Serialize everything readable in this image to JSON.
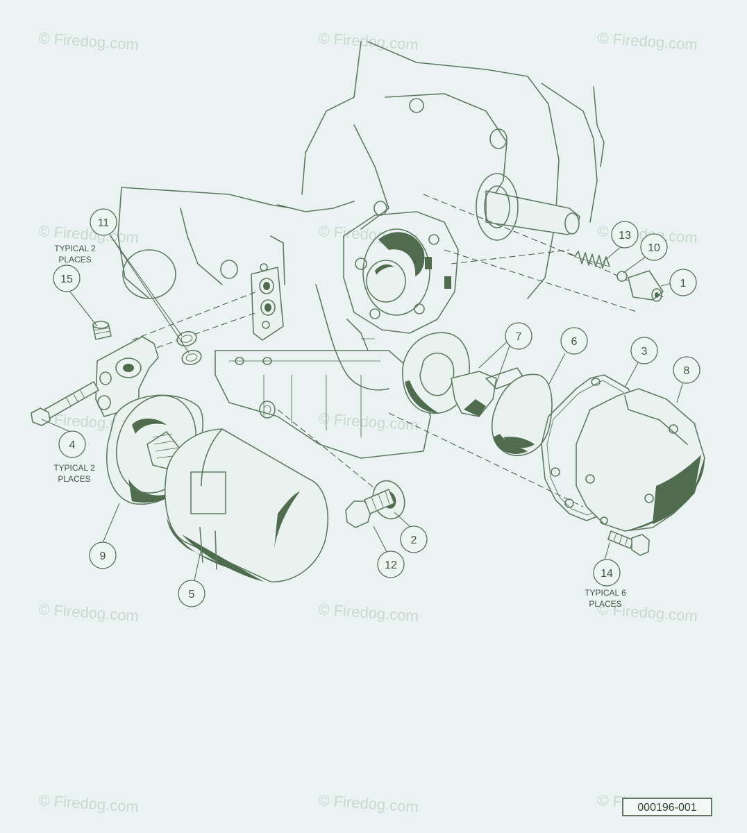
{
  "watermark": "© Firedog.com",
  "reference_number": "000196-001",
  "callouts": [
    "1",
    "2",
    "3",
    "4",
    "5",
    "6",
    "7",
    "8",
    "9",
    "10",
    "11",
    "12",
    "13",
    "14",
    "15"
  ],
  "notes": {
    "typical2_top_line1": "TYPICAL 2",
    "typical2_top_line2": "PLACES",
    "typical2_left_line1": "TYPICAL 2",
    "typical2_left_line2": "PLACES",
    "typical6_line1": "TYPICAL 6",
    "typical6_line2": "PLACES"
  },
  "colors": {
    "line": "#5f7a62",
    "shade": "#4f6c4f",
    "background": "#eaf3f1"
  }
}
